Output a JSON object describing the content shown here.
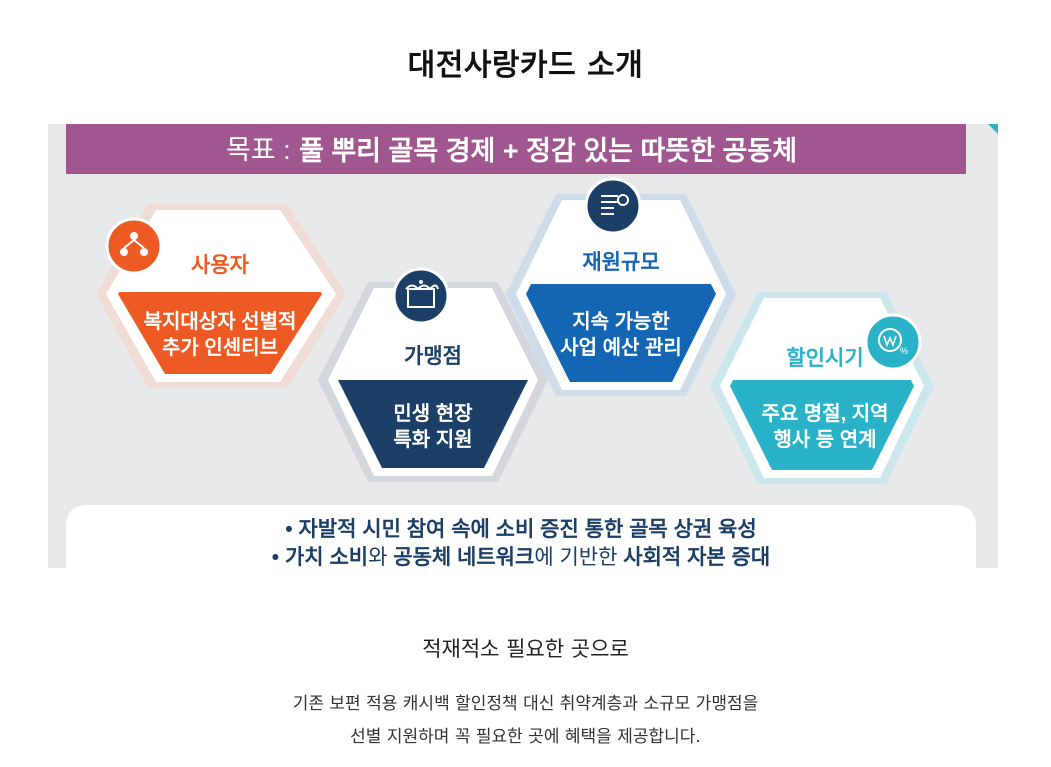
{
  "page": {
    "title": "대전사랑카드 소개",
    "subtitle": "적재적소 필요한 곳으로",
    "description": [
      "기존 보편 적용 캐시백 할인정책 대신 취약계층과 소규모 가맹점을",
      "선별 지원하며 꼭 필요한 곳에 혜택을 제공합니다."
    ]
  },
  "infographic": {
    "goal_prefix": "목표 :",
    "goal_text": "풀 뿌리 골목 경제 + 정감 있는 따뜻한 공동체",
    "cards": [
      {
        "title": "사용자",
        "lines": [
          "복지대상자 선별적",
          "추가 인센티브"
        ],
        "icon": "users-network-icon",
        "color": "#ee5a24"
      },
      {
        "title": "가맹점",
        "lines": [
          "민생 현장",
          "특화 지원"
        ],
        "icon": "shop-awning-icon",
        "color": "#1b4a7a"
      },
      {
        "title": "재원규모",
        "lines": [
          "지속 가능한",
          "사업 예산 관리"
        ],
        "icon": "budget-list-icon",
        "color": "#1466b4"
      },
      {
        "title": "할인시기",
        "lines": [
          "주요 명절, 지역",
          "행사 등 연계"
        ],
        "icon": "won-discount-icon",
        "color": "#2ab3c8"
      }
    ],
    "bottom": {
      "line1": "• 자발적 시민 참여 속에 소비 증진 통한 골목 상권 육성",
      "line2_parts": [
        "• 가치 소비",
        "와 ",
        "공동체 네트워크",
        "에 기반한 ",
        "사회적 자본 증대"
      ]
    },
    "colors": {
      "goal_banner": "#a0578f",
      "background": "#e7e8ea",
      "navy": "#1b3f66",
      "orange": "#ee5a24",
      "blue": "#1466b4",
      "teal": "#2ab3c8"
    }
  }
}
